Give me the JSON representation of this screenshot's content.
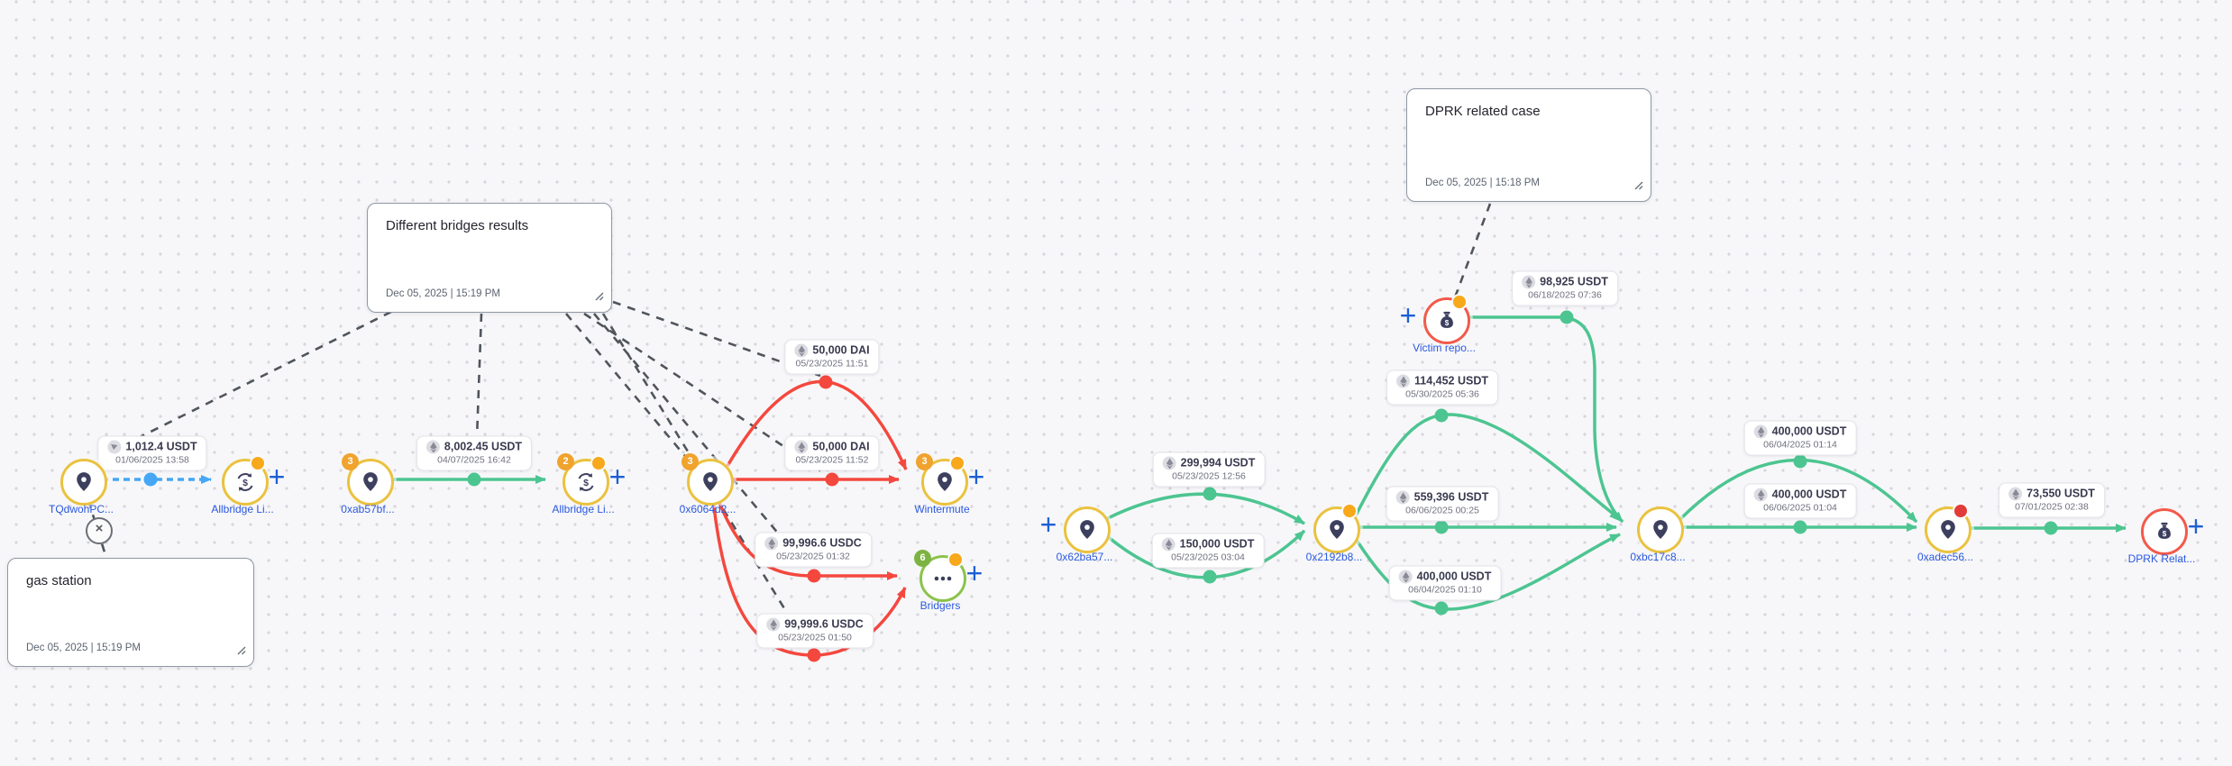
{
  "canvas": {
    "background": "#f7f7f9",
    "dot_color": "#d6d6dc"
  },
  "colors": {
    "edge_blue": "#45a7f5",
    "edge_green": "#4dc591",
    "edge_red": "#f4483e",
    "node_ring_yellow": "#eac23f",
    "node_ring_red": "#f25a4a",
    "node_ring_green": "#8bc34a",
    "badge_orange": "#f0a32d",
    "badge_green": "#7cb342",
    "alert_dot_orange": "#f7a81b",
    "alert_dot_red": "#e23c39",
    "node_label_blue": "#2b59e0",
    "plus_blue": "#1d5fd6",
    "connector_gray": "#50555c"
  },
  "ui": {
    "plus_label": "+",
    "close_label": "×"
  },
  "notes": [
    {
      "title": "gas station",
      "timestamp": "Dec 05, 2025 | 15:19 PM"
    },
    {
      "title": "Different bridges results",
      "timestamp": "Dec 05, 2025 | 15:19 PM"
    },
    {
      "title": "DPRK related case",
      "timestamp": "Dec 05, 2025 | 15:18 PM"
    }
  ],
  "nodes": [
    {
      "label": "TQdwohPC...",
      "type": "address",
      "ring": "yellow"
    },
    {
      "label": "Allbridge Li...",
      "type": "bridge-service",
      "ring": "yellow",
      "alert_dot": "orange"
    },
    {
      "label": "0xab57bf...",
      "type": "address",
      "ring": "yellow",
      "badge": "3"
    },
    {
      "label": "Allbridge Li...",
      "type": "bridge-service",
      "ring": "yellow",
      "badge": "2",
      "alert_dot": "orange"
    },
    {
      "label": "0x6064d2...",
      "type": "address",
      "ring": "yellow",
      "badge": "3"
    },
    {
      "label": "Wintermute",
      "type": "address",
      "ring": "yellow",
      "badge": "3",
      "alert_dot": "orange"
    },
    {
      "label": "Bridgers",
      "type": "service",
      "ring": "green",
      "badge": "6",
      "alert_dot": "orange"
    },
    {
      "label": "Victim repo...",
      "type": "victim-report",
      "ring": "red",
      "alert_dot": "orange"
    },
    {
      "label": "0x62ba57...",
      "type": "address",
      "ring": "yellow"
    },
    {
      "label": "0x2192b8...",
      "type": "address",
      "ring": "yellow",
      "alert_dot": "orange"
    },
    {
      "label": "0xbc17c8...",
      "type": "address",
      "ring": "yellow"
    },
    {
      "label": "0xadec56...",
      "type": "address",
      "ring": "yellow",
      "alert_dot": "red"
    },
    {
      "label": "DPRK Relat...",
      "type": "flagged-entity",
      "ring": "red"
    }
  ],
  "transfers": [
    {
      "from": "TQdwohPC...",
      "to": "Allbridge Li...",
      "amount": "1,012.4 USDT",
      "date": "01/06/2025 13:58",
      "chain_icon": "tron",
      "color": "blue"
    },
    {
      "from": "0xab57bf...",
      "to": "Allbridge Li...",
      "amount": "8,002.45 USDT",
      "date": "04/07/2025 16:42",
      "chain_icon": "ethereum",
      "color": "green"
    },
    {
      "from": "0x6064d2...",
      "to": "Wintermute",
      "amount": "50,000 DAI",
      "date": "05/23/2025 11:51",
      "chain_icon": "ethereum",
      "color": "red"
    },
    {
      "from": "0x6064d2...",
      "to": "Wintermute",
      "amount": "50,000 DAI",
      "date": "05/23/2025 11:52",
      "chain_icon": "ethereum",
      "color": "red"
    },
    {
      "from": "0x6064d2...",
      "to": "Bridgers",
      "amount": "99,996.6 USDC",
      "date": "05/23/2025 01:32",
      "chain_icon": "ethereum",
      "color": "red"
    },
    {
      "from": "0x6064d2...",
      "to": "Bridgers",
      "amount": "99,999.6 USDC",
      "date": "05/23/2025 01:50",
      "chain_icon": "ethereum",
      "color": "red"
    },
    {
      "from": "Victim repo...",
      "to": "0xbc17c8...",
      "amount": "98,925 USDT",
      "date": "06/18/2025 07:36",
      "chain_icon": "ethereum",
      "color": "green"
    },
    {
      "from": "0x62ba57...",
      "to": "0x2192b8...",
      "amount": "299,994 USDT",
      "date": "05/23/2025 12:56",
      "chain_icon": "ethereum",
      "color": "green"
    },
    {
      "from": "0x62ba57...",
      "to": "0x2192b8...",
      "amount": "150,000 USDT",
      "date": "05/23/2025 03:04",
      "chain_icon": "ethereum",
      "color": "green"
    },
    {
      "from": "0x2192b8...",
      "to": "0xbc17c8...",
      "amount": "114,452 USDT",
      "date": "05/30/2025 05:36",
      "chain_icon": "ethereum",
      "color": "green"
    },
    {
      "from": "0x2192b8...",
      "to": "0xbc17c8...",
      "amount": "559,396 USDT",
      "date": "06/06/2025 00:25",
      "chain_icon": "ethereum",
      "color": "green"
    },
    {
      "from": "0x2192b8...",
      "to": "0xbc17c8...",
      "amount": "400,000 USDT",
      "date": "06/04/2025 01:10",
      "chain_icon": "ethereum",
      "color": "green"
    },
    {
      "from": "0xbc17c8...",
      "to": "0xadec56...",
      "amount": "400,000 USDT",
      "date": "06/04/2025 01:14",
      "chain_icon": "ethereum",
      "color": "green"
    },
    {
      "from": "0xbc17c8...",
      "to": "0xadec56...",
      "amount": "400,000 USDT",
      "date": "06/06/2025 01:04",
      "chain_icon": "ethereum",
      "color": "green"
    },
    {
      "from": "0xadec56...",
      "to": "DPRK Relat...",
      "amount": "73,550 USDT",
      "date": "07/01/2025 02:38",
      "chain_icon": "ethereum",
      "color": "green"
    }
  ]
}
